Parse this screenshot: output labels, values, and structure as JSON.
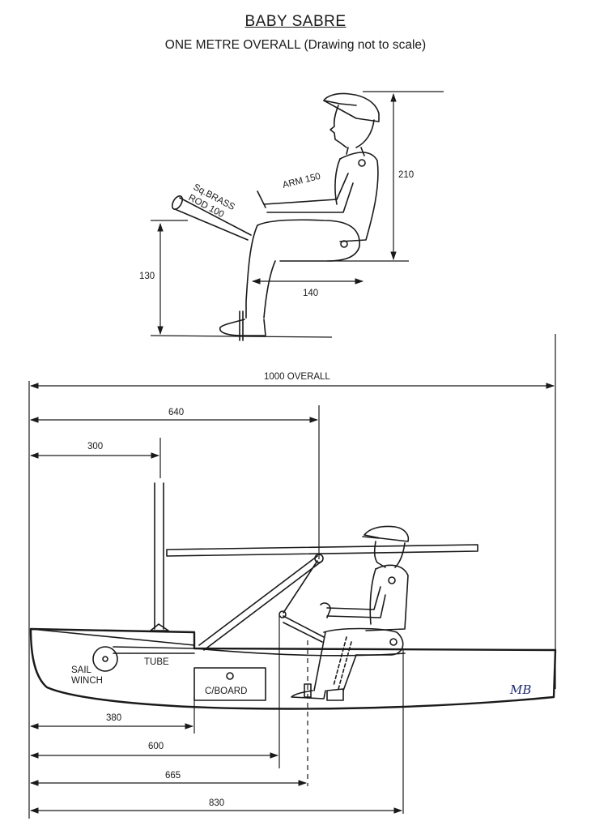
{
  "title": "BABY SABRE",
  "subtitle": "ONE METRE OVERALL (Drawing not to scale)",
  "figure": {
    "arm": "ARM 150",
    "rod_line1": "Sq.BRASS",
    "rod_line2": "ROD 100",
    "height": "210",
    "knee": "130",
    "seat": "140"
  },
  "boat": {
    "overall": "1000 OVERALL",
    "d640": "640",
    "d300": "300",
    "d380": "380",
    "d600": "600",
    "d665": "665",
    "d830": "830",
    "tube": "TUBE",
    "sail_line1": "SAIL",
    "sail_line2": "WINCH",
    "cboard": "C/BOARD",
    "signature": "MB"
  }
}
